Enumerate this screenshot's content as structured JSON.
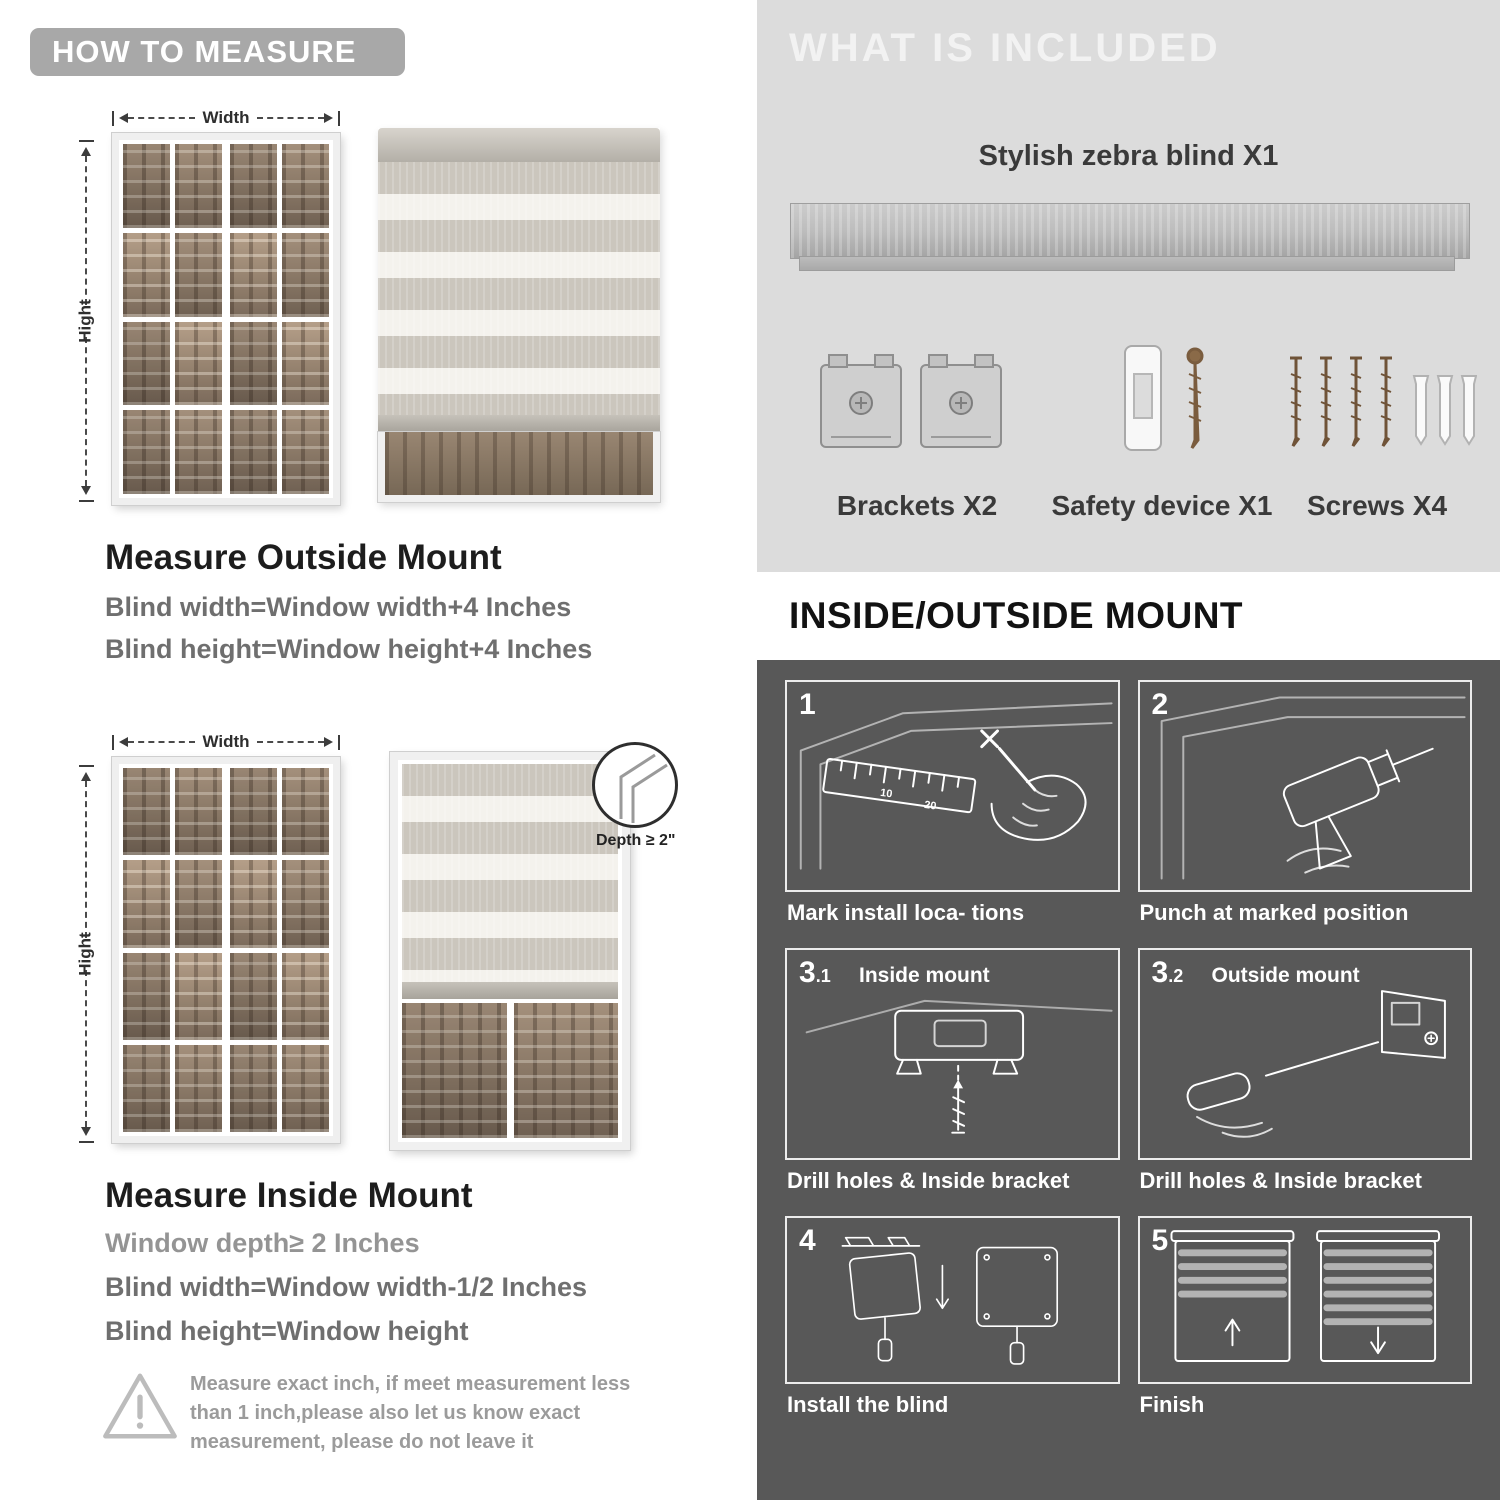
{
  "left": {
    "banner": "HOW TO MEASURE",
    "labels": {
      "width": "Width",
      "height": "Hight",
      "depth": "Depth ≥ 2\""
    },
    "outside": {
      "heading": "Measure Outside Mount",
      "line1": "Blind width=Window width+4 Inches",
      "line2": "Blind height=Window height+4 Inches"
    },
    "inside": {
      "heading": "Measure Inside Mount",
      "line1": "Window depth≥ 2 Inches",
      "line2": "Blind width=Window width-1/2 Inches",
      "line3": "Blind height=Window height"
    },
    "warning": {
      "text": "Measure exact inch, if meet measurement less than 1 inch,please also let us know exact measurement, please do not leave it"
    }
  },
  "right": {
    "included": {
      "title": "WHAT IS INCLUDED",
      "blind_label": "Stylish zebra blind X1",
      "items": [
        {
          "label": "Brackets X2"
        },
        {
          "label": "Safety device X1"
        },
        {
          "label": "Screws X4"
        }
      ]
    },
    "mount": {
      "title": "INSIDE/OUTSIDE MOUNT",
      "ruler_ticks": [
        "10",
        "20"
      ],
      "steps": [
        {
          "num": "1",
          "caption": "Mark install loca- tions"
        },
        {
          "num": "2",
          "caption": "Punch at  marked position"
        },
        {
          "num": "3",
          "num_sub": ".1",
          "label": "Inside mount",
          "caption": "Drill holes &  Inside bracket"
        },
        {
          "num": "3",
          "num_sub": ".2",
          "label": "Outside mount",
          "caption": "Drill holes &  Inside bracket"
        },
        {
          "num": "4",
          "caption": "Install the blind"
        },
        {
          "num": "5",
          "caption": "Finish"
        }
      ]
    }
  }
}
